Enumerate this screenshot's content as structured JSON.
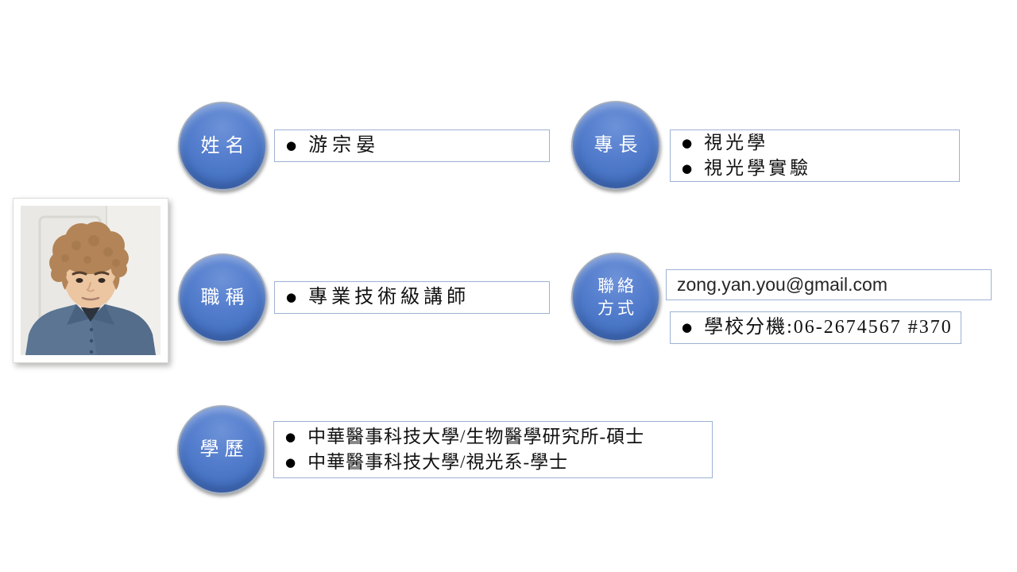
{
  "bullet_char": "●",
  "colors": {
    "accent_blue": "#4472c4",
    "circle_ring": "#a3aebf",
    "box_border": "#9db1d3",
    "background": "#ffffff"
  },
  "circles": {
    "name": "姓名",
    "specialty": "專長",
    "title": "職稱",
    "contact_line1": "聯絡",
    "contact_line2": "方式",
    "education": "學歷"
  },
  "boxes": {
    "name": {
      "text": "游宗晏"
    },
    "specialty": {
      "line1": "視光學",
      "line2": "視光學實驗"
    },
    "title": {
      "text": "專業技術級講師"
    },
    "email": {
      "text": "zong.yan.you@gmail.com"
    },
    "phone": {
      "text": "學校分機:06-2674567 #370"
    },
    "education": {
      "line1": "中華醫事科技大學/生物醫學研究所-碩士",
      "line2": "中華醫事科技大學/視光系-學士"
    }
  }
}
